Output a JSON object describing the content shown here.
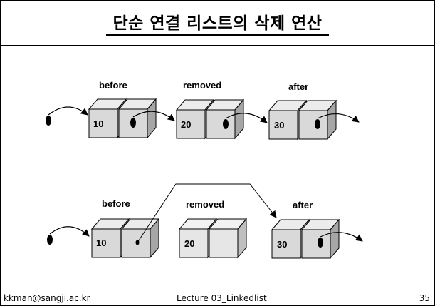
{
  "title": "단순 연결 리스트의 삭제 연산",
  "footer": {
    "email": "kkman@sangji.ac.kr",
    "lecture": "Lecture 03_Linkedlist",
    "page": "35"
  },
  "top_diagram": {
    "labels": {
      "before": "before",
      "removed": "removed",
      "after": "after"
    },
    "nodes": [
      {
        "name": "before",
        "value": "10"
      },
      {
        "name": "removed",
        "value": "20"
      },
      {
        "name": "after",
        "value": "30"
      }
    ]
  },
  "bottom_diagram": {
    "labels": {
      "before": "before",
      "removed": "removed",
      "after": "after"
    },
    "nodes": [
      {
        "name": "before",
        "value": "10"
      },
      {
        "name": "removed",
        "value": "20"
      },
      {
        "name": "after",
        "value": "30"
      }
    ]
  },
  "colors": {
    "node_front": "#d9d9d9",
    "node_top": "#ececec",
    "node_side": "#a6a6a6",
    "line": "#000000"
  }
}
